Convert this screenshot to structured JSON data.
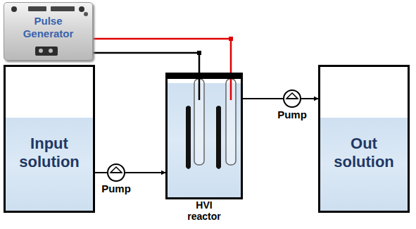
{
  "diagram": {
    "nodes": [
      {
        "text": [
          "Pulse Generator"
        ]
      },
      {
        "text": [
          "Input solution"
        ]
      },
      {
        "text": [
          "Pump"
        ]
      },
      {
        "text": [
          "HVI reactor"
        ]
      },
      {
        "text": [
          "Pump"
        ]
      },
      {
        "text": [
          "Out solution"
        ]
      }
    ],
    "edges": [
      {
        "from": 0,
        "to": 3,
        "arrow": "none"
      },
      {
        "from": 0,
        "to": 3,
        "arrow": "none"
      },
      {
        "from": 1,
        "to": 2,
        "arrow": "none"
      },
      {
        "from": 2,
        "to": 3,
        "arrow": "to"
      },
      {
        "from": 3,
        "to": 4,
        "arrow": "none"
      },
      {
        "from": 4,
        "to": 5,
        "arrow": "to"
      }
    ]
  }
}
